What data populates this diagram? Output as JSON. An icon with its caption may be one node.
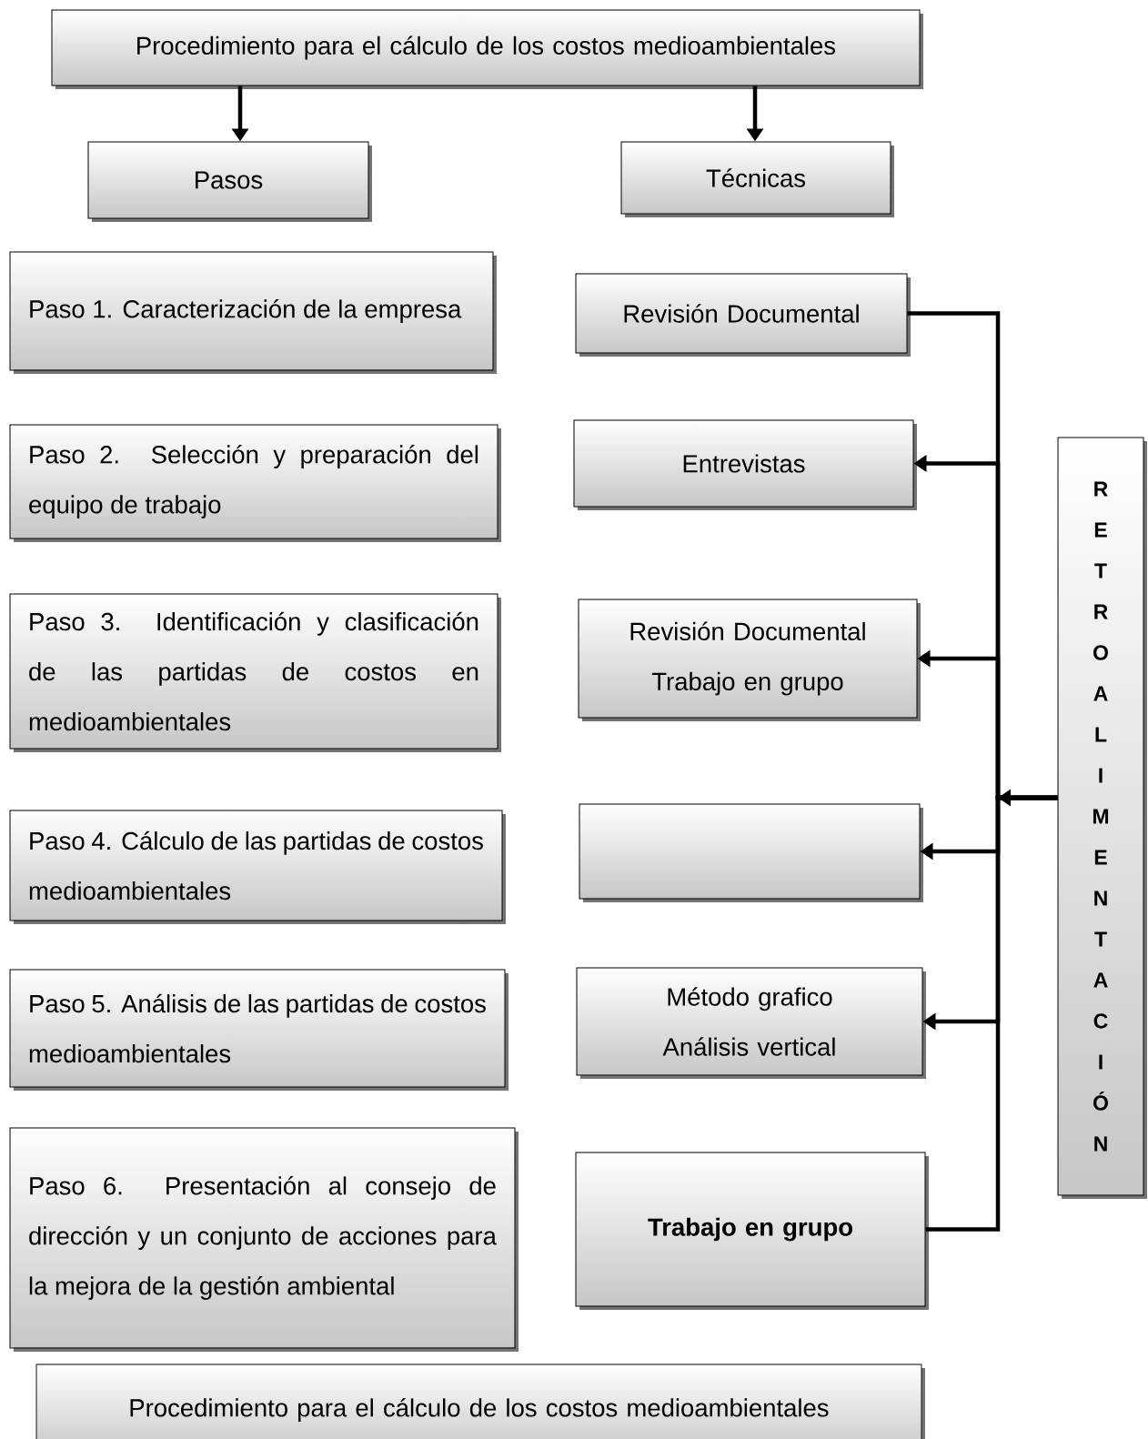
{
  "diagram": {
    "nodes": [
      {
        "text": [
          "Procedimiento para el cálculo de los costos medioambientales"
        ]
      },
      {
        "text": [
          "Pasos"
        ]
      },
      {
        "text": [
          "Técnicas"
        ]
      },
      {
        "text": [
          "Paso 1. Caracterización de la empresa"
        ]
      },
      {
        "text": [
          "Paso 2. Selección y preparación del equipo de trabajo"
        ]
      },
      {
        "text": [
          "Paso 3. Identificación y clasificación de las partidas de costos en medioambientales"
        ]
      },
      {
        "text": [
          "Paso 4. Cálculo de las partidas de costos medioambientales"
        ]
      },
      {
        "text": [
          "Paso 5. Análisis de las partidas de costos medioambientales"
        ]
      },
      {
        "text": [
          "Paso 6. Presentación al consejo de dirección y un conjunto de acciones para la mejora de la gestión ambiental"
        ]
      },
      {
        "text": [
          "Revisión Documental"
        ]
      },
      {
        "text": [
          "Entrevistas"
        ]
      },
      {
        "text": [
          "Revisión Documental",
          "Trabajo en grupo"
        ]
      },
      {
        "text": [],
        "shape": "box"
      },
      {
        "text": [
          "Método grafico",
          "Análisis vertical"
        ]
      },
      {
        "text": [
          "Trabajo en grupo"
        ]
      },
      {
        "text": [
          "RETROALIMENTACIÓN"
        ]
      },
      {
        "text": [
          "Procedimiento para el cálculo de los costos medioambientales"
        ]
      }
    ],
    "edges": [
      {
        "from": 0,
        "to": 1,
        "arrow": "to"
      },
      {
        "from": 0,
        "to": 2,
        "arrow": "to"
      },
      {
        "from": 9,
        "to": 15,
        "arrow": "none"
      },
      {
        "from": 15,
        "to": 10,
        "arrow": "to"
      },
      {
        "from": 15,
        "to": 11,
        "arrow": "to"
      },
      {
        "from": 15,
        "to": 12,
        "arrow": "to"
      },
      {
        "from": 15,
        "to": 13,
        "arrow": "to"
      },
      {
        "from": 14,
        "to": 15,
        "arrow": "none"
      }
    ]
  }
}
